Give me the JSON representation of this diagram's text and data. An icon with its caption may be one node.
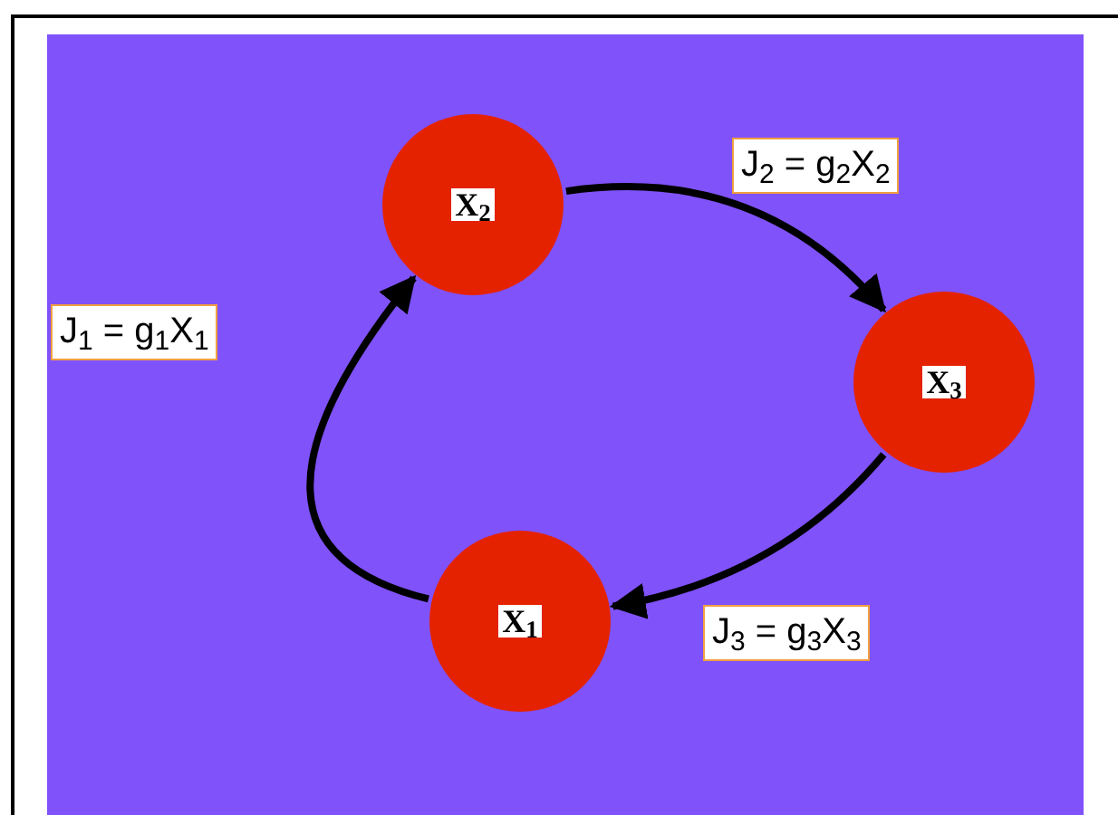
{
  "diagram": {
    "nodes": [
      {
        "text": [
          "X$_{1}$"
        ]
      },
      {
        "text": [
          "X$_{2}$"
        ]
      },
      {
        "text": [
          "X$_{3}$"
        ]
      }
    ],
    "edges": [
      {
        "from": 0,
        "to": 1,
        "arrow": "to",
        "label": "J$_{1}$ = g$_{1}$X$_{1}$"
      },
      {
        "from": 1,
        "to": 2,
        "arrow": "to",
        "label": "J$_{2}$ = g$_{2}$X$_{2}$"
      },
      {
        "from": 2,
        "to": 0,
        "arrow": "to",
        "label": "J$_{3}$ = g$_{3}$X$_{3}$"
      }
    ]
  }
}
